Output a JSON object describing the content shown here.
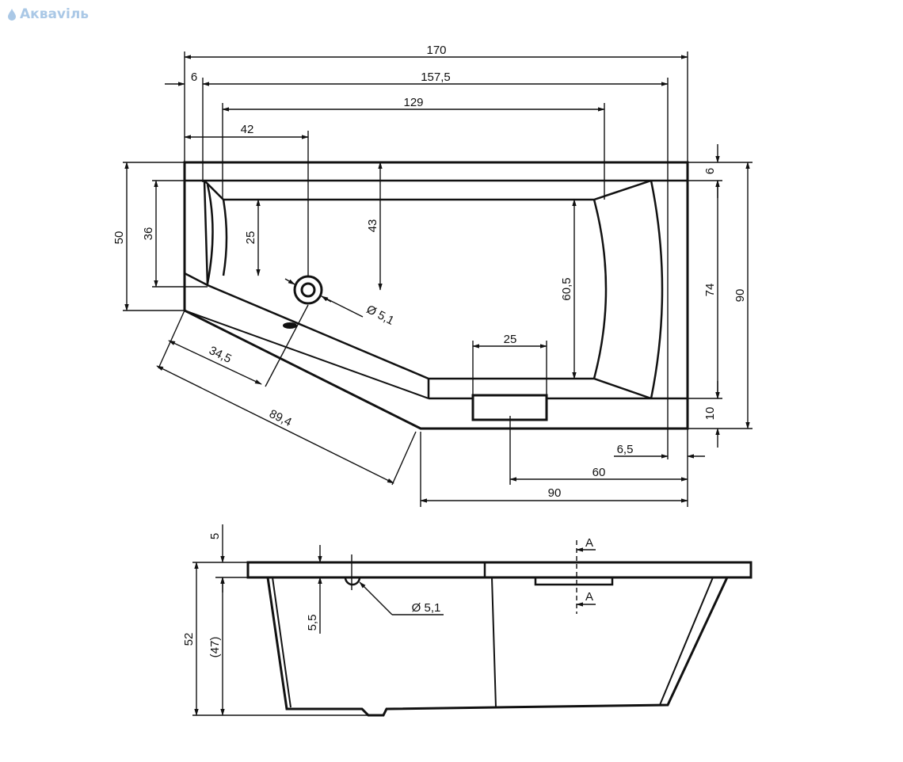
{
  "brand": {
    "name": "Акваviль",
    "icon": "drop-icon",
    "color": "#aac8e6"
  },
  "top_view": {
    "dims": {
      "overall_length": "170",
      "rim_left": "6",
      "inner_length": "157,5",
      "basin_length": "129",
      "drain_offset": "42",
      "width_short": "50",
      "basin_width_short": "36",
      "drain_from_wall": "25",
      "drain_depth_top": "43",
      "drain_diameter": "Ø 5,1",
      "diag_short": "34,5",
      "diag_long": "89,4",
      "overflow_width": "25",
      "basin_width_long": "60,5",
      "rim_top": "6",
      "inner_width": "74",
      "overall_width": "90",
      "rim_bottom": "10",
      "rim_right": "6,5",
      "overflow_offset": "60",
      "front_length": "90"
    }
  },
  "side_view": {
    "dims": {
      "rim_thickness": "5",
      "total_height": "52",
      "inner_height": "(47)",
      "overflow_height": "5,5",
      "overflow_diameter": "Ø 5,1",
      "section_top": "A",
      "section_bottom": "A"
    }
  }
}
